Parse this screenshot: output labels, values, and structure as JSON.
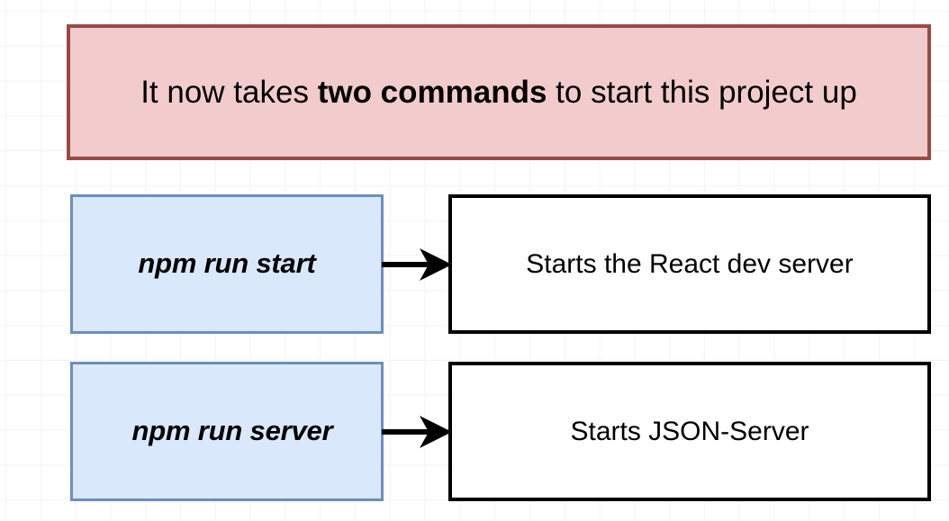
{
  "diagram": {
    "title_banner": {
      "text_prefix": "It now takes ",
      "text_emphasis": "two commands",
      "text_suffix": " to start this project up",
      "fill_color": "#f2cccc",
      "stroke_color": "#9a4a46"
    },
    "rows": [
      {
        "command": "npm run start",
        "description": "Starts the React dev server",
        "arrow": "arrow-right"
      },
      {
        "command": "npm run server",
        "description": "Starts JSON-Server",
        "arrow": "arrow-right"
      }
    ],
    "colors": {
      "command_fill": "#dae8fc",
      "command_stroke": "#6c8ebf",
      "description_fill": "#ffffff",
      "description_stroke": "#000000",
      "arrow": "#000000",
      "grid_minor": "#f4f4f4",
      "grid_major": "#e9e9e9",
      "canvas": "#ffffff"
    }
  }
}
